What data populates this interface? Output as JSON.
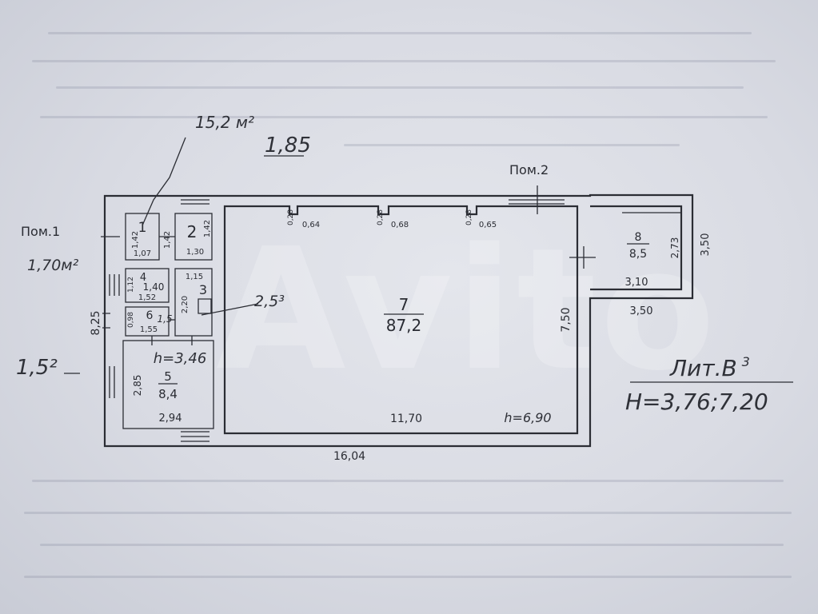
{
  "rooms": {
    "r1": {
      "number": "1",
      "width": "1,42",
      "length": "1,07",
      "depth": "1,42"
    },
    "r2": {
      "number": "2",
      "depth": "1,42",
      "length": "1,30"
    },
    "r3": {
      "number": "3",
      "width": "1,15",
      "depth": "2,20"
    },
    "r4": {
      "number": "4",
      "width": "1,12",
      "length": "1,52",
      "area": "1,40"
    },
    "r6": {
      "number": "6",
      "width": "0,98",
      "length": "1,55",
      "area": "1,5"
    },
    "r5": {
      "number": "5",
      "area": "8,4",
      "width": "2,85",
      "length": "2,94",
      "height": "h=3,46"
    },
    "r7": {
      "number": "7",
      "area": "87,2",
      "length": "11,70",
      "depth": "7,50",
      "height": "h=6,90"
    },
    "r8": {
      "number": "8",
      "area": "8,5",
      "depth": "2,73",
      "length": "3,10"
    }
  },
  "pilasters": [
    {
      "depth": "0,28",
      "width": "0,64"
    },
    {
      "depth": "0,28",
      "width": "0,68"
    },
    {
      "depth": "0,28",
      "width": "0,65"
    }
  ],
  "overall": {
    "length": "16,04",
    "depth": "8,25",
    "annex_length": "3,50",
    "annex_depth": "3,50"
  },
  "premises": {
    "pom1": "Пом.1",
    "pom2": "Пом.2"
  },
  "handwritten": {
    "top_area": "15,2 м²",
    "top_value": "1,85",
    "left_area": "1,70м²",
    "left_value": "1,5²",
    "mid_value": "2,5³"
  },
  "stamp": {
    "lit": "Лит.В",
    "lit_sup": "3",
    "heights": "H=3,76;7,20"
  },
  "watermark": "Avito"
}
